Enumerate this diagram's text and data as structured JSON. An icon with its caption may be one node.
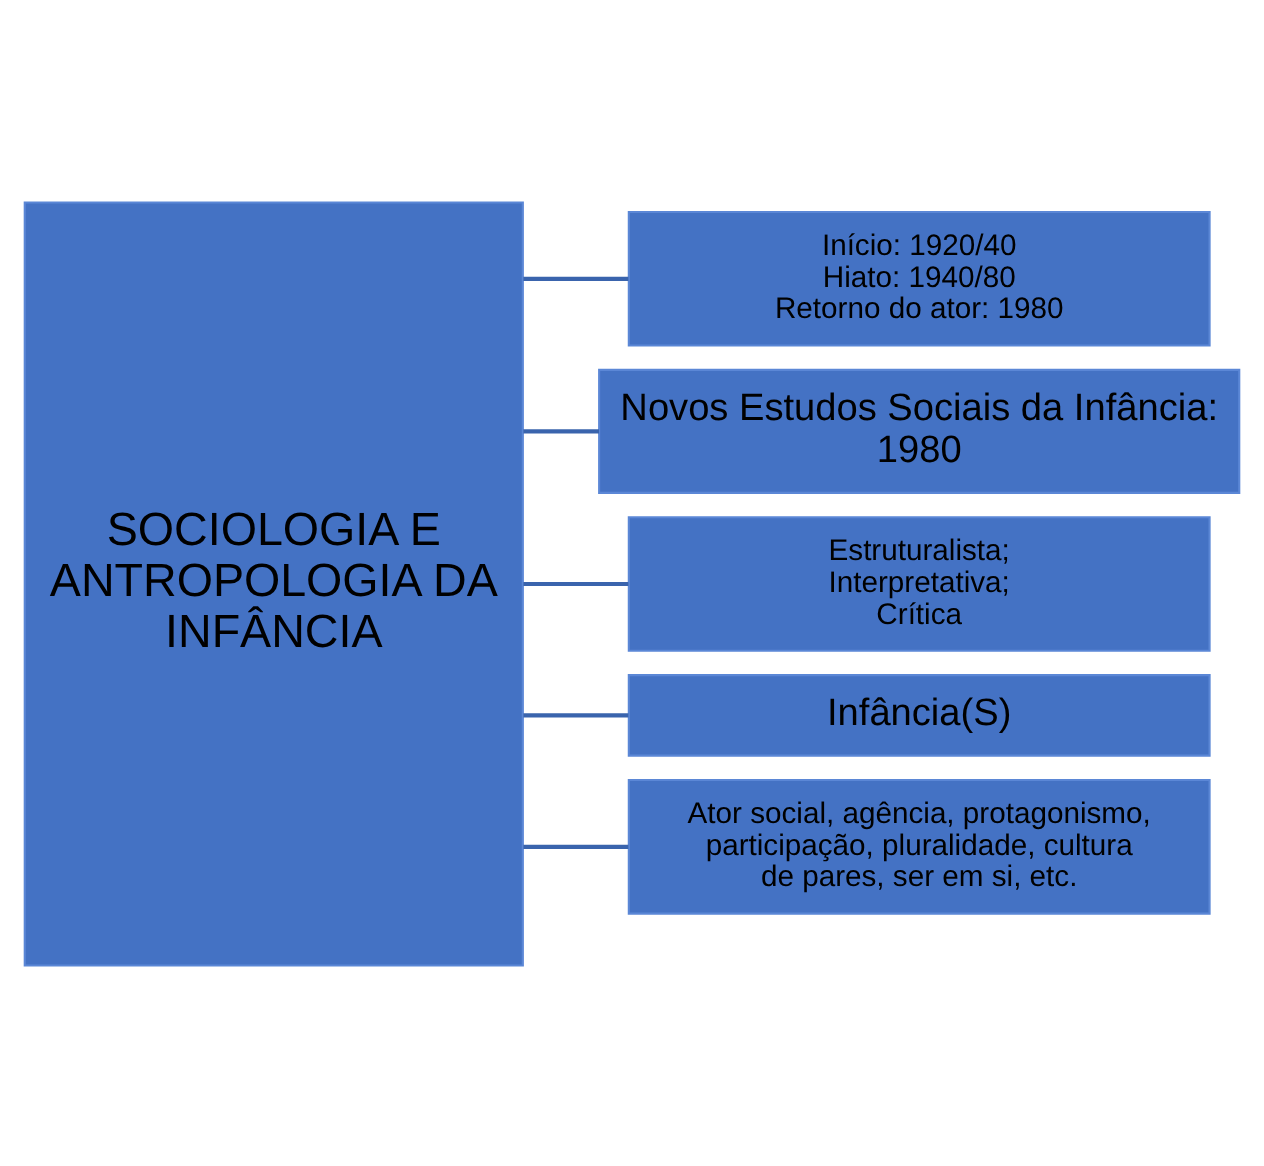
{
  "diagram": {
    "nodes": [
      {
        "text": [
          "SOCIOLOGIA E ANTROPOLOGIA DA INFÂNCIA"
        ]
      },
      {
        "text": [
          "Início: 1920/40",
          "Hiato: 1940/80",
          "Retorno do ator: 1980"
        ]
      },
      {
        "text": [
          "Novos Estudos Sociais da Infância: 1980"
        ]
      },
      {
        "text": [
          "Estruturalista;",
          "Interpretativa;",
          "Crítica"
        ]
      },
      {
        "text": [
          "Infância(S)"
        ]
      },
      {
        "text": [
          "Ator social, agência, protagonismo, participação, pluralidade, cultura de pares, ser em si, etc."
        ]
      }
    ],
    "edges": [
      {
        "from": 0,
        "to": 1,
        "arrow": "none"
      },
      {
        "from": 0,
        "to": 2,
        "arrow": "none"
      },
      {
        "from": 0,
        "to": 3,
        "arrow": "none"
      },
      {
        "from": 0,
        "to": 4,
        "arrow": "none"
      },
      {
        "from": 0,
        "to": 5,
        "arrow": "none"
      }
    ]
  }
}
